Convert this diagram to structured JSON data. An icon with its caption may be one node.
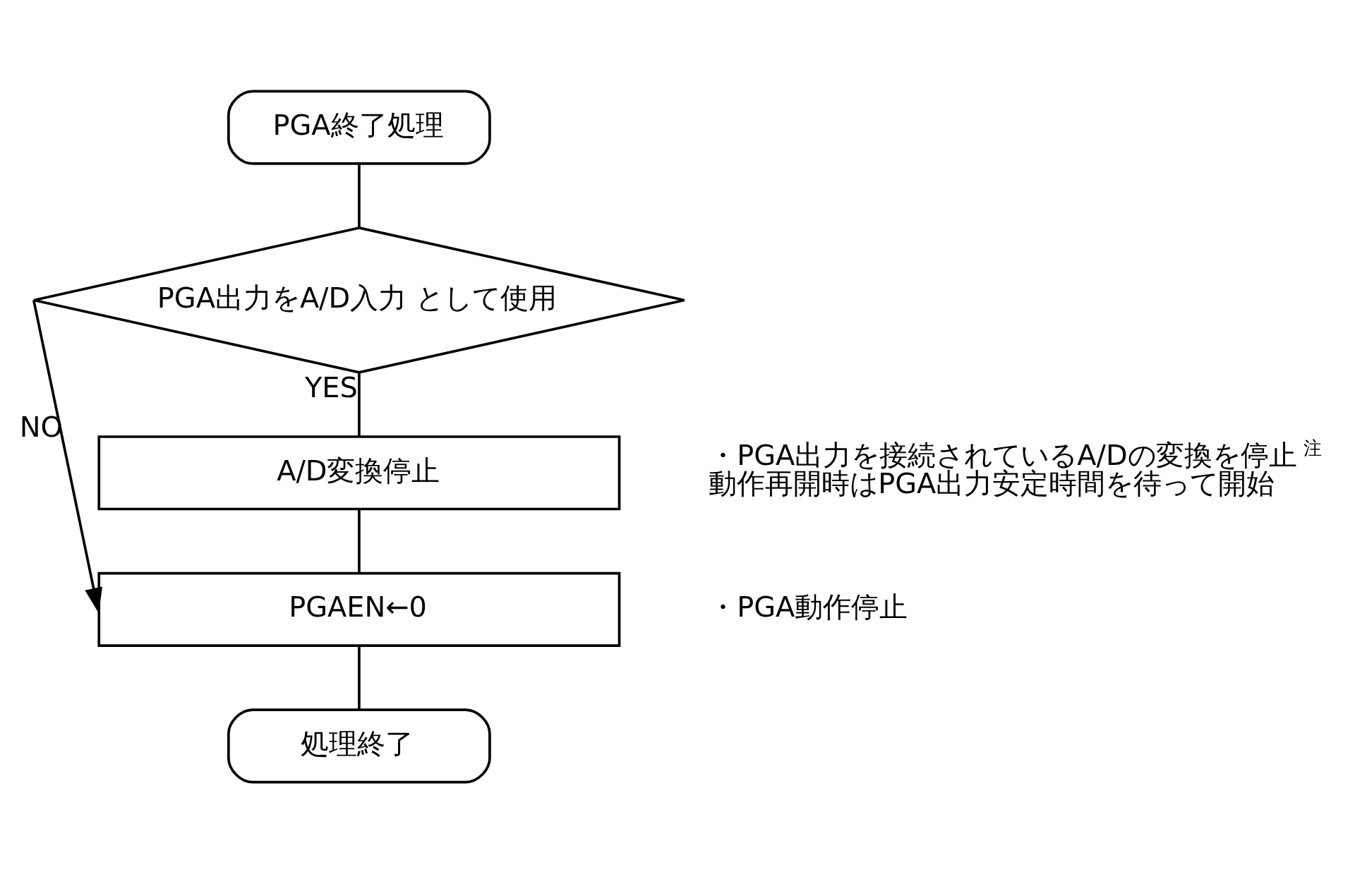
{
  "diagram": {
    "nodes": [
      {
        "text": [
          "PGA終了処理"
        ]
      },
      {
        "text": [
          "PGA出力をA/D入力 として使用"
        ]
      },
      {
        "text": [
          "A/D変換停止"
        ],
        "beside": [
          "・PGA出力を接続されているA/Dの変換を停止$^{注}$",
          "動作再開時はPGA出力安定時間を待って開始"
        ]
      },
      {
        "text": [
          "PGAEN←0"
        ],
        "beside": [
          "・PGA動作停止"
        ]
      },
      {
        "text": [
          "処理終了"
        ]
      }
    ],
    "edges": [
      {
        "from": 0,
        "to": 1,
        "arrow": "none"
      },
      {
        "from": 1,
        "to": 2,
        "arrow": "none",
        "label": "YES"
      },
      {
        "from": 2,
        "to": 3,
        "arrow": "none"
      },
      {
        "from": 1,
        "to": 3,
        "arrow": "to",
        "label": "NO"
      },
      {
        "from": 3,
        "to": 4,
        "arrow": "none"
      }
    ]
  }
}
